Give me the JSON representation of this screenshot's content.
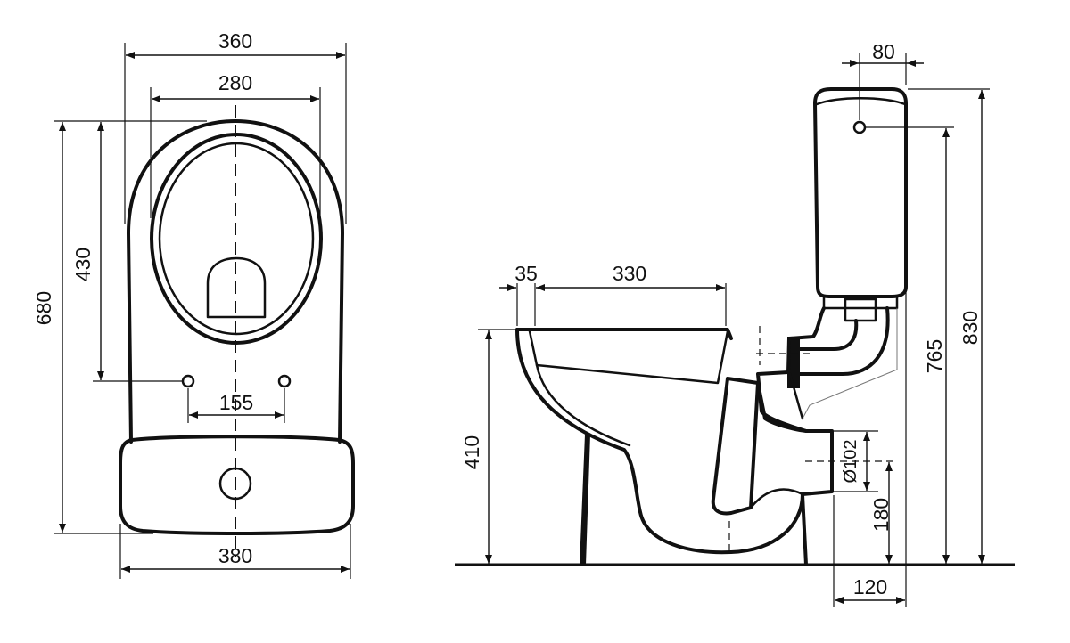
{
  "top_view": {
    "dims": {
      "overall_width": "360",
      "seat_width": "280",
      "overall_length": "680",
      "hole_offset": "430",
      "hole_spacing": "155",
      "cistern_width": "380"
    }
  },
  "side_view": {
    "dims": {
      "rim_offset": "35",
      "bowl_length": "330",
      "bowl_height": "410",
      "outlet_diameter": "Ø102",
      "outlet_height": "180",
      "outlet_depth": "120",
      "inlet_offset": "80",
      "inlet_height": "765",
      "total_height": "830"
    }
  }
}
